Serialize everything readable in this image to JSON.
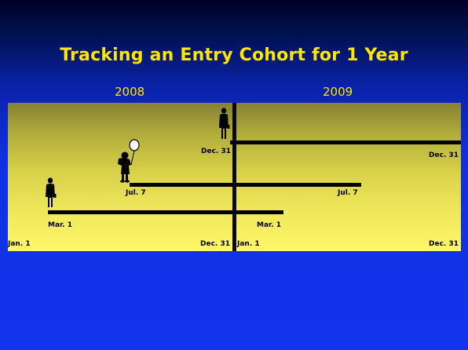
{
  "title": "Tracking an Entry Cohort for 1 Year",
  "years": [
    "2008",
    "2009"
  ],
  "labels": {
    "jan1_2008": "Jan. 1",
    "dec31_2008": "Dec. 31",
    "jan1_2009": "Jan. 1",
    "dec31_2009": "Dec. 31",
    "mar1_start": "Mar. 1",
    "mar1_end": "Mar. 1",
    "jul7_start": "Jul. 7",
    "jul7_end": "Jul. 7",
    "dec31_start": "Dec. 31",
    "dec31_end": "Dec. 31"
  },
  "colors": {
    "title": "#ffe600",
    "background": "#1234ee",
    "panel_top": "#858232",
    "panel_bottom": "#fff76a",
    "bars": "#000000"
  },
  "icons": [
    "adult-figure-icon",
    "child-with-balloon-icon",
    "adult-figure-icon"
  ]
}
